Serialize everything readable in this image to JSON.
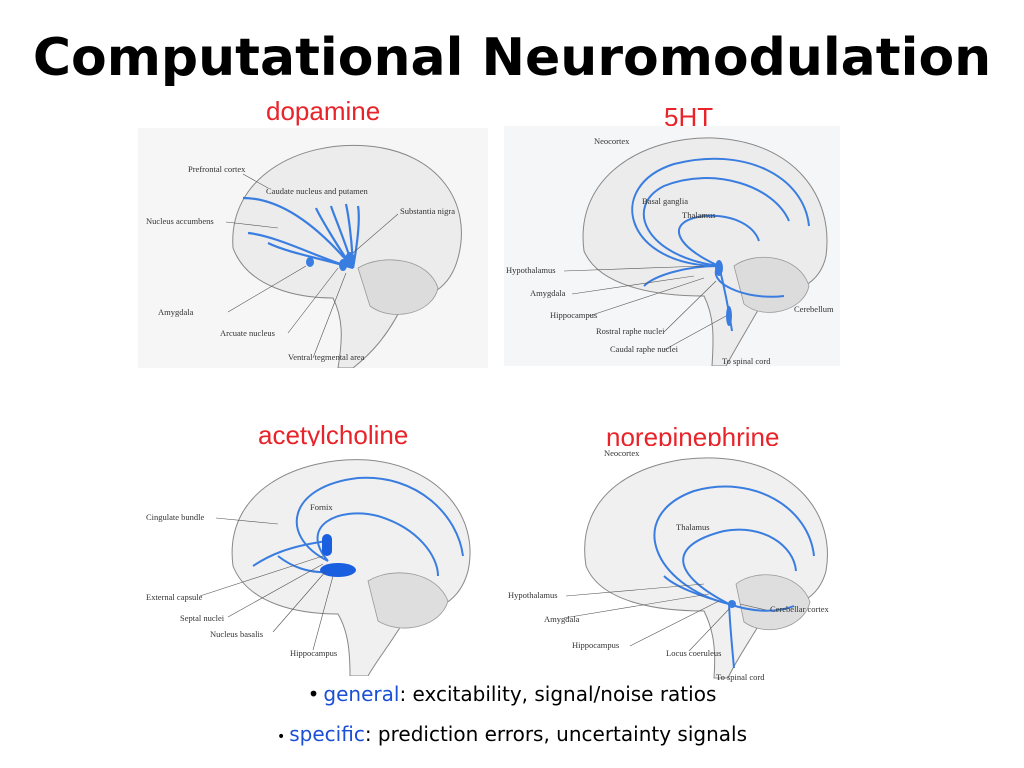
{
  "slide": {
    "title": "Computational Neuromodulation"
  },
  "panels": [
    {
      "heading": "dopamine",
      "labels": [
        "Prefrontal cortex",
        "Caudate nucleus and putamen",
        "Nucleus accumbens",
        "Substantia nigra",
        "Amygdala",
        "Arcuate nucleus",
        "Ventral tegmental area"
      ]
    },
    {
      "heading": "5HT",
      "labels": [
        "Neocortex",
        "Basal ganglia",
        "Thalamus",
        "Hypothalamus",
        "Amygdala",
        "Hippocampus",
        "Rostral raphe nuclei",
        "Caudal raphe nuclei",
        "Cerebellum",
        "To spinal cord"
      ]
    },
    {
      "heading": "acetylcholine",
      "labels": [
        "Cingulate bundle",
        "Fornix",
        "External capsule",
        "Septal nuclei",
        "Nucleus basalis",
        "Hippocampus"
      ]
    },
    {
      "heading": "norepinephrine",
      "labels": [
        "Neocortex",
        "Thalamus",
        "Hypothalamus",
        "Amygdala",
        "Cerebellar cortex",
        "Hippocampus",
        "Locus coeruleus",
        "To spinal cord"
      ]
    }
  ],
  "bullets": [
    {
      "term": "general",
      "text": ": excitability, signal/noise ratios"
    },
    {
      "term": "specific",
      "text": ": prediction errors, uncertainty signals"
    }
  ],
  "colors": {
    "heading": "#e8232a",
    "pathway": "#3a7de0",
    "term": "#1a4fd6"
  }
}
